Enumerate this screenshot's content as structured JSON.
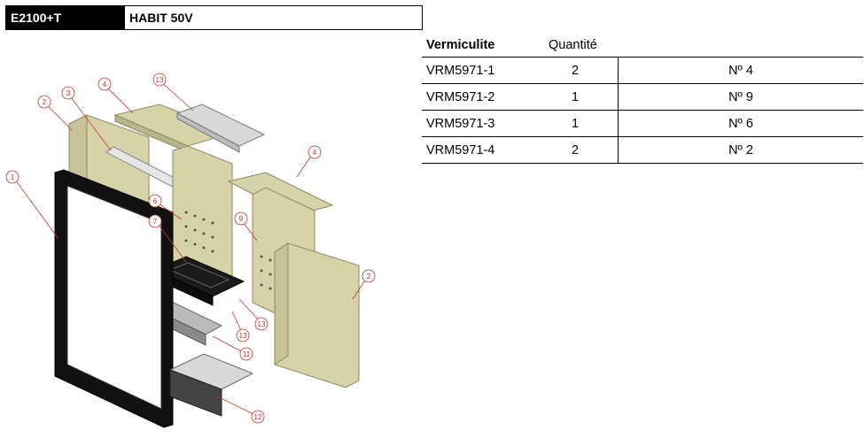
{
  "header": {
    "model": "E2100+T",
    "product": "HABIT 50V"
  },
  "table": {
    "columns": [
      "Vermiculite",
      "Quantité"
    ],
    "rows": [
      {
        "ref": "VRM5971-1",
        "qty": "2",
        "num": "Nº 4"
      },
      {
        "ref": "VRM5971-2",
        "qty": "1",
        "num": "Nº 9"
      },
      {
        "ref": "VRM5971-3",
        "qty": "1",
        "num": "Nº 6"
      },
      {
        "ref": "VRM5971-4",
        "qty": "2",
        "num": "Nº 2"
      }
    ]
  },
  "diagram": {
    "colors": {
      "panel": "#d7d3a8",
      "panel_edge": "#8d8a63",
      "metal": "#d9d9d9",
      "dark": "#1a1a1a",
      "callout": "#c0392b"
    },
    "callouts": [
      "1",
      "2",
      "3",
      "4",
      "13",
      "4",
      "6",
      "7",
      "9",
      "2",
      "13",
      "13",
      "11",
      "12"
    ]
  }
}
